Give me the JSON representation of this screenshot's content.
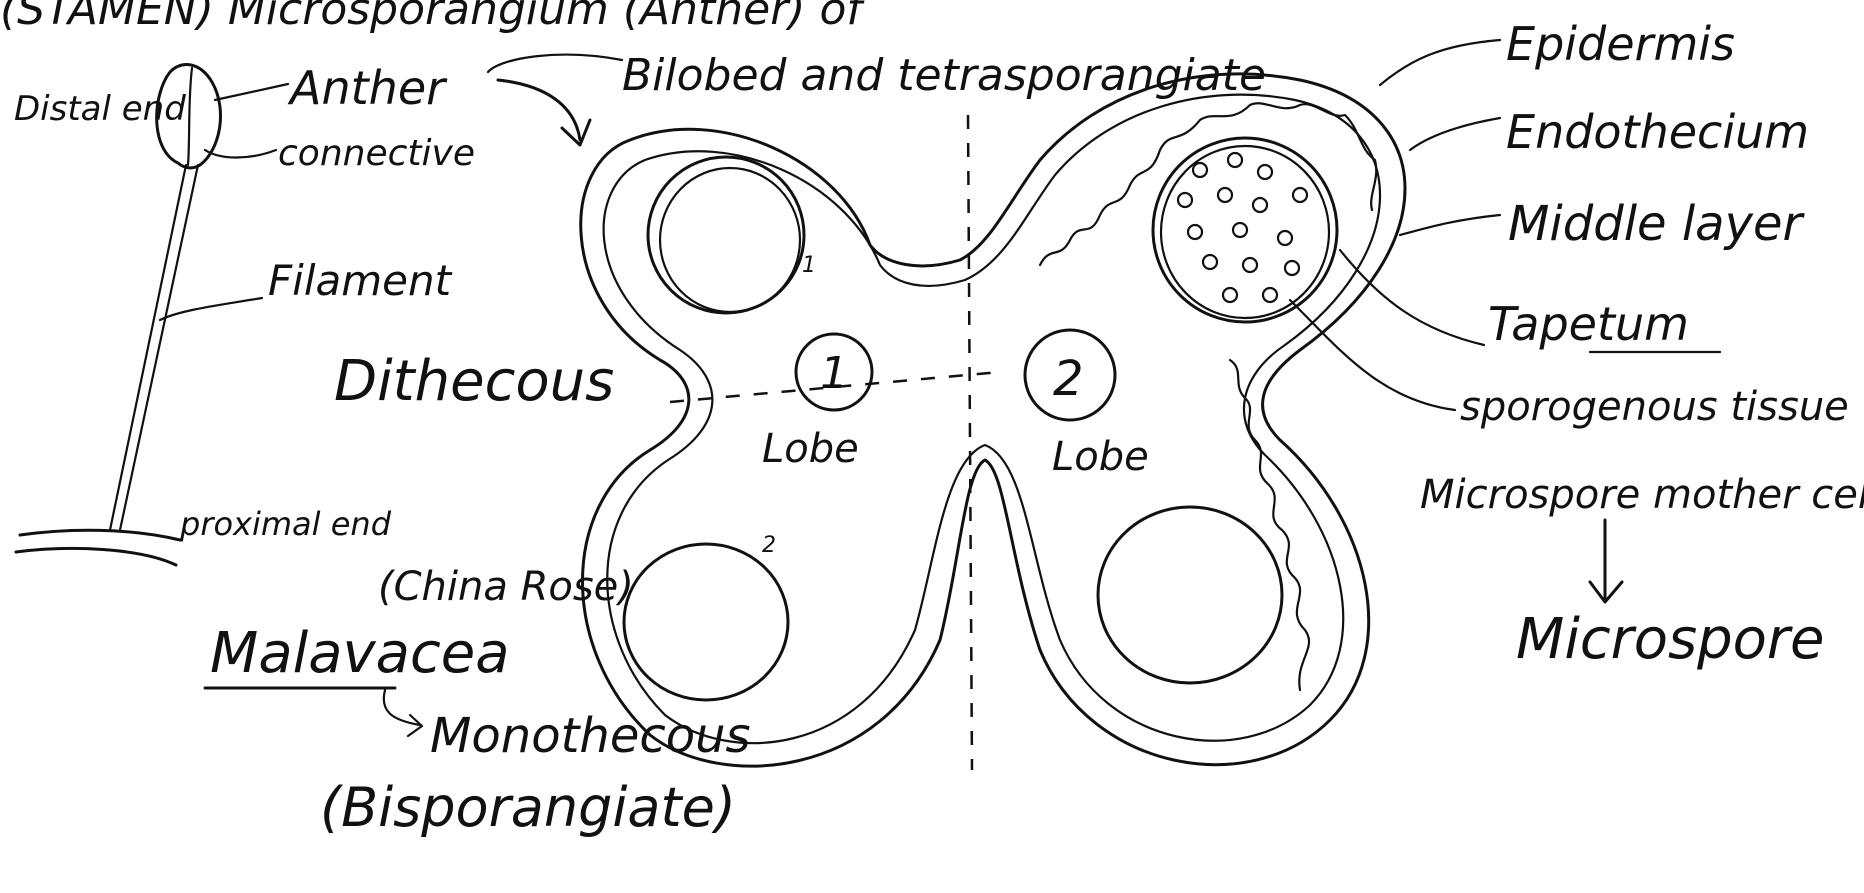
{
  "header": {
    "partial_text": "(STAMEN) Microsporangium (Anther) of"
  },
  "stamen_labels": {
    "distal_end": "Distal end",
    "anther": "Anther",
    "connective": "connective",
    "filament": "Filament",
    "proximal_end": "proximal end"
  },
  "anther_info": {
    "bilobed": "Bilobed and tetrasporangiate",
    "dithecous": "Dithecous",
    "china_rose": "(China Rose)",
    "malvaceae": "Malavacea",
    "monothecous": "Monothecous",
    "bisporangiate": "(Bisporangiate)"
  },
  "lobes": [
    {
      "number": "1",
      "label": "Lobe"
    },
    {
      "number": "2",
      "label": "Lobe"
    }
  ],
  "sporangium_marks": {
    "one": "1",
    "two": "2"
  },
  "wall_layers": {
    "epidermis": "Epidermis",
    "endothecium": "Endothecium",
    "middle_layer": "Middle layer",
    "tapetum": "Tapetum",
    "sporogenous": "sporogenous tissue"
  },
  "development": {
    "mother_cells": "Microspore mother cells",
    "microspore": "Microspore"
  },
  "icons": {
    "anther_shape": "anther-outline-icon",
    "cell_dots": "microspore-cell-icon",
    "arrow": "arrow-icon"
  },
  "colors": {
    "ink": "#111111",
    "background": "#ffffff"
  }
}
